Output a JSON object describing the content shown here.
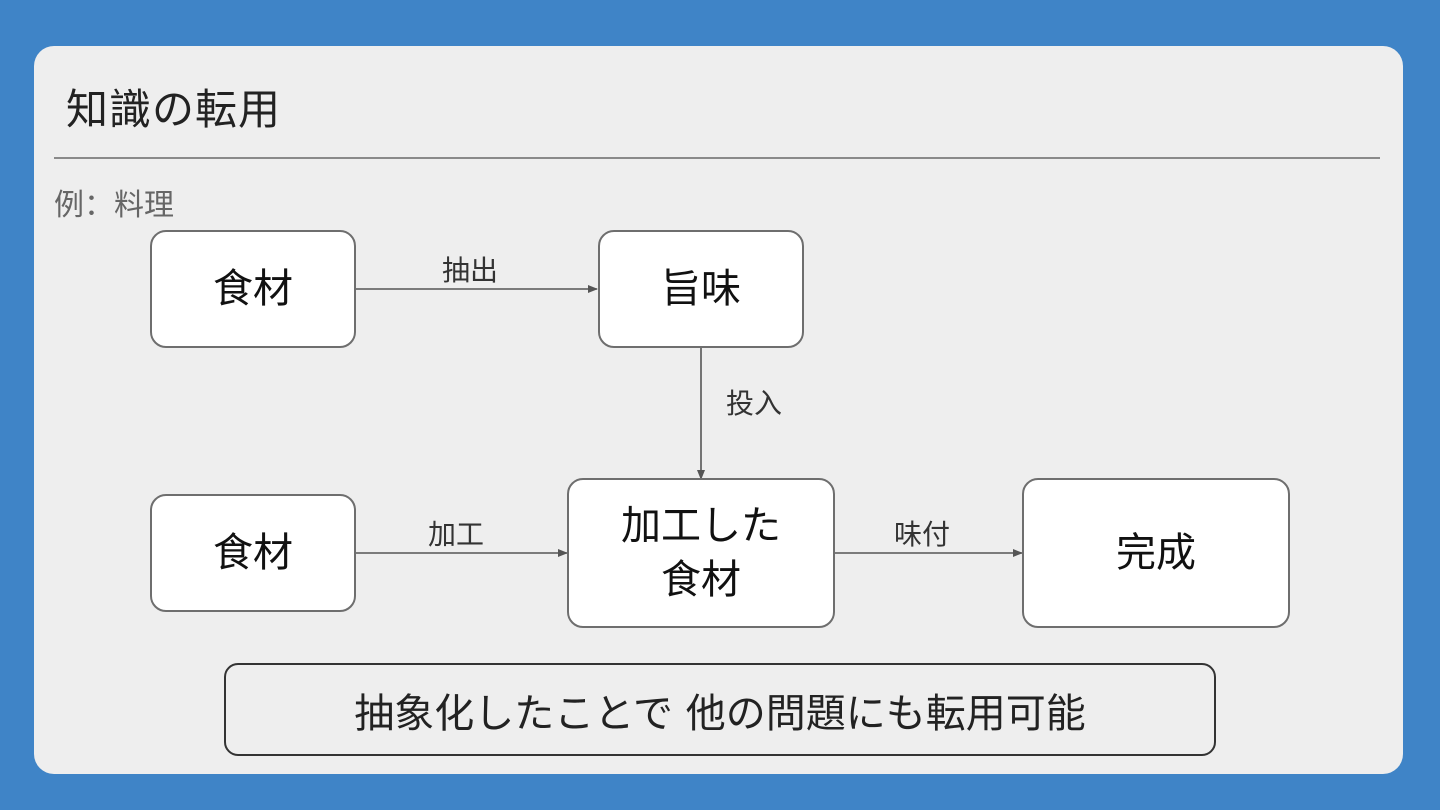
{
  "slide": {
    "title": "知識の転用",
    "example_label": "例：料理",
    "summary": "抽象化したことで 他の問題にも転用可能"
  },
  "diagram": {
    "nodes": {
      "ingredient_top": "食材",
      "umami": "旨味",
      "ingredient_bottom": "食材",
      "processed": "加工した\n食材",
      "complete": "完成"
    },
    "edges": {
      "extract": "抽出",
      "add": "投入",
      "process": "加工",
      "season": "味付"
    }
  },
  "colors": {
    "background": "#3f84c7",
    "card": "#eeeeee",
    "node_fill": "#ffffff",
    "node_border": "#6e6e6e",
    "arrow": "#555555"
  }
}
